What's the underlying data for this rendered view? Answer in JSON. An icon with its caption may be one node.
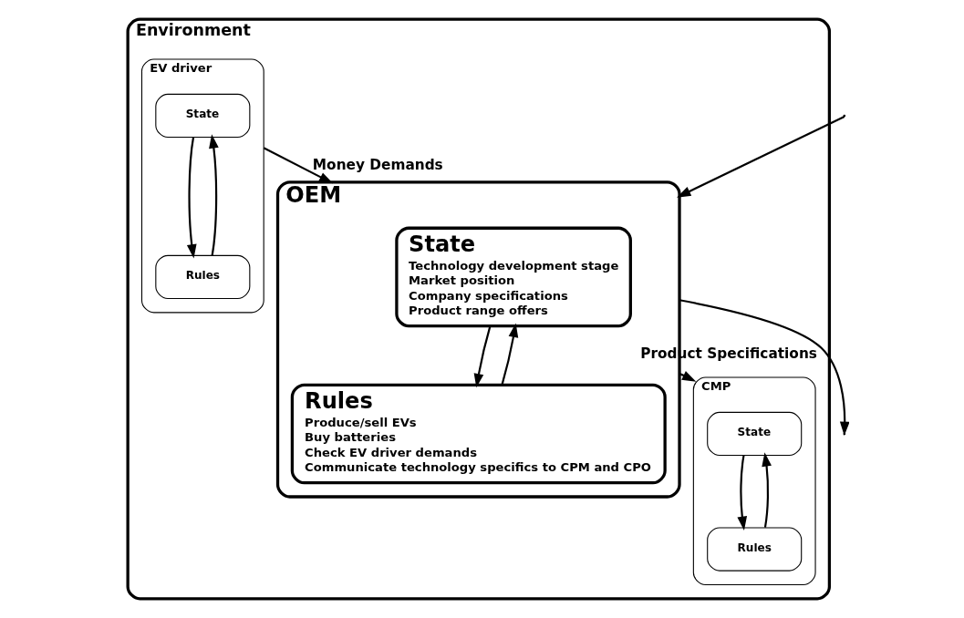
{
  "diagram": {
    "nodes": [
      {
        "text": [
          "Environment"
        ]
      },
      {
        "text": [
          "EV driver"
        ],
        "in": 0
      },
      {
        "text": [
          "State"
        ],
        "in": 1
      },
      {
        "text": [
          "Rules"
        ],
        "in": 1
      },
      {
        "text": [
          "OEM"
        ],
        "in": 0
      },
      {
        "text": [
          "State",
          "Technology development stage",
          "Market position",
          "Company specifications",
          "Product range offers"
        ],
        "in": 4
      },
      {
        "text": [
          "Rules",
          "Produce/sell EVs",
          "Buy batteries",
          "Check EV driver demands",
          "Communicate technology specifics to CPM and CPO"
        ],
        "in": 4
      },
      {
        "text": [
          "CMP"
        ],
        "in": 0
      },
      {
        "text": [
          "State"
        ],
        "in": 7
      },
      {
        "text": [
          "Rules"
        ],
        "in": 7
      }
    ],
    "edges": [
      {
        "from": 3,
        "to": 2,
        "arrow": "to"
      },
      {
        "from": 2,
        "to": 3,
        "arrow": "to"
      },
      {
        "from": 1,
        "to": 4,
        "arrow": "to",
        "label": "Money Demands"
      },
      {
        "from": 4,
        "to": null,
        "arrow": "to"
      },
      {
        "from": null,
        "to": 4,
        "arrow": "to"
      },
      {
        "from": 6,
        "to": 5,
        "arrow": "to"
      },
      {
        "from": 5,
        "to": 6,
        "arrow": "to"
      },
      {
        "from": 4,
        "to": 7,
        "arrow": "to",
        "label": "Product Specifications"
      },
      {
        "from": 9,
        "to": 8,
        "arrow": "to"
      },
      {
        "from": 8,
        "to": 9,
        "arrow": "to"
      }
    ]
  }
}
